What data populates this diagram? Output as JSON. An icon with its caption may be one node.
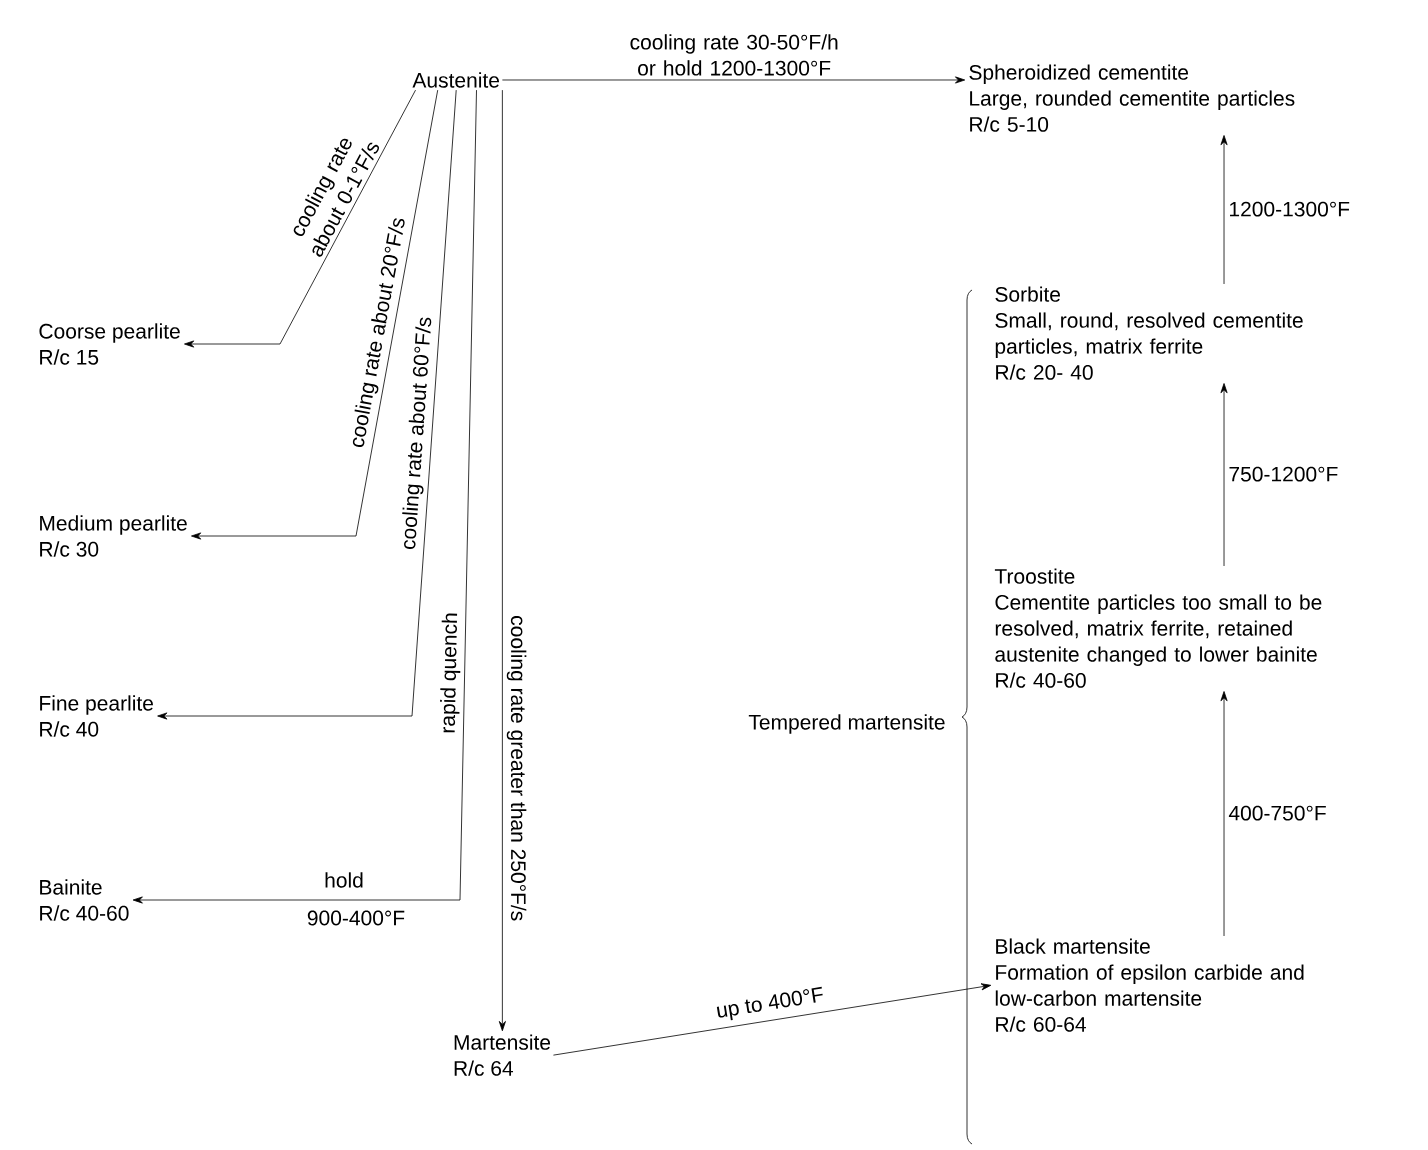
{
  "diagram": {
    "nodes": [
      {
        "text": [
          "Austenite"
        ]
      },
      {
        "text": [
          "Spheroidized cementite",
          "Large, rounded cementite particles",
          "R/c 5-10"
        ]
      },
      {
        "text": [
          "Coorse pearlite",
          "R/c 15"
        ]
      },
      {
        "text": [
          "Medium pearlite",
          "R/c 30"
        ]
      },
      {
        "text": [
          "Fine pearlite",
          "R/c 40"
        ]
      },
      {
        "text": [
          "Bainite",
          "R/c 40-60"
        ]
      },
      {
        "text": [
          "Martensite",
          "R/c 64"
        ]
      },
      {
        "text": [
          "Tempered martensite"
        ]
      },
      {
        "text": [
          "Sorbite",
          "Small, round, resolved cementite particles, matrix ferrite",
          "R/c 20- 40"
        ]
      },
      {
        "text": [
          "Troostite",
          "Cementite particles too small to be resolved, matrix ferrite, retained austenite changed to lower bainite",
          "R/c 40-60"
        ]
      },
      {
        "text": [
          "Black martensite",
          "Formation of epsilon carbide and low-carbon martensite",
          "R/c 60-64"
        ]
      }
    ],
    "edges": [
      {
        "from": 0,
        "to": 1,
        "arrow": "to",
        "label": "cooling rate 30-50°F/h or hold 1200-1300°F"
      },
      {
        "from": 0,
        "to": 2,
        "arrow": "to",
        "label": "cooling rate about 0-1°F/s"
      },
      {
        "from": 0,
        "to": 3,
        "arrow": "to",
        "label": "cooling rate about 20°F/s"
      },
      {
        "from": 0,
        "to": 4,
        "arrow": "to",
        "label": "cooling rate about 60°F/s"
      },
      {
        "from": 0,
        "to": 5,
        "arrow": "to",
        "label": "rapid quench"
      },
      {
        "from": 0,
        "to": 6,
        "arrow": "to",
        "label": "cooling rate greater than 250°F/s"
      },
      {
        "from": 6,
        "to": 10,
        "arrow": "to",
        "label": "up to 400°F"
      },
      {
        "from": 10,
        "to": 9,
        "arrow": "to",
        "label": "400-750°F"
      },
      {
        "from": 9,
        "to": 8,
        "arrow": "to",
        "label": "750-1200°F"
      },
      {
        "from": 8,
        "to": 1,
        "arrow": "to",
        "label": "1200-1300°F"
      }
    ],
    "labels": [
      "hold",
      "900-400°F"
    ]
  }
}
